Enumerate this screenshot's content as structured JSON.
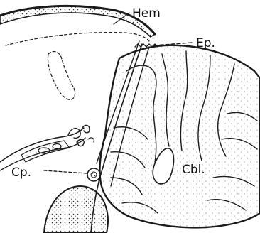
{
  "figure": {
    "labels": {
      "hemisphere": "Hem",
      "ependyma": "Ep.",
      "choroid_plexus": "Cp.",
      "cerebellum": "Cbl."
    }
  }
}
